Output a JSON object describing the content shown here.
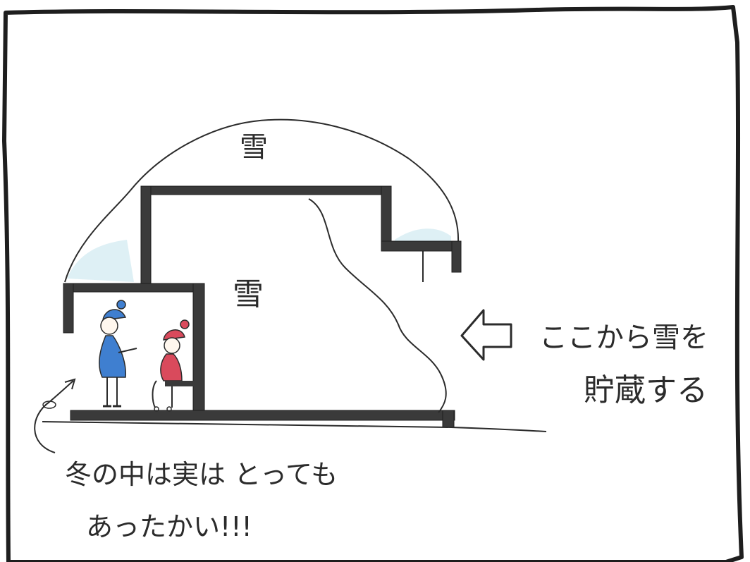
{
  "labels": {
    "snow_top": "雪",
    "snow_inside": "雪",
    "storage_line1": "ここから雪を",
    "storage_line2": "貯蔵する",
    "warm_line1": "冬の中は実は とっても",
    "warm_line2": "あったかい!!!"
  },
  "colors": {
    "ink": "#2b2b2b",
    "wall": "#3a3a3a",
    "snow_tint": "#d6ecf2",
    "person_blue": "#3f7fd0",
    "person_red": "#d94a5c"
  },
  "icons": {
    "arrow": "left-arrow-icon",
    "curved_arrow": "curved-arrow-icon"
  }
}
